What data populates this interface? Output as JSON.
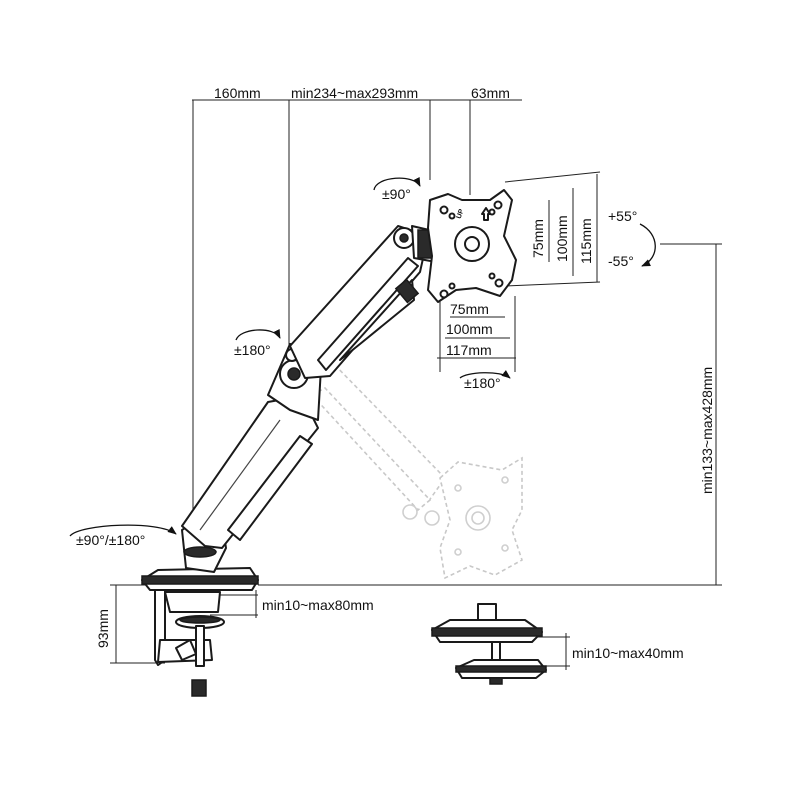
{
  "dimensions": {
    "top_left": "160mm",
    "top_mid": "min234~max293mm",
    "top_right": "63mm",
    "vesa_w_75": "75mm",
    "vesa_w_100": "100mm",
    "vesa_w_117": "117mm",
    "vesa_h_75": "75mm",
    "vesa_h_100": "100mm",
    "vesa_h_115": "115mm",
    "height_range": "min133~max428mm",
    "clamp_height": "93mm",
    "clamp_range": "min10~max80mm",
    "grommet_range": "min10~max40mm"
  },
  "rotations": {
    "plate_swivel": "±90°",
    "tilt_up": "+55°",
    "tilt_down": "-55°",
    "arm_rotation": "±180°",
    "plate_rotation": "±180°",
    "base_rotation": "±90°/±180°"
  },
  "plate_mark": "UP"
}
